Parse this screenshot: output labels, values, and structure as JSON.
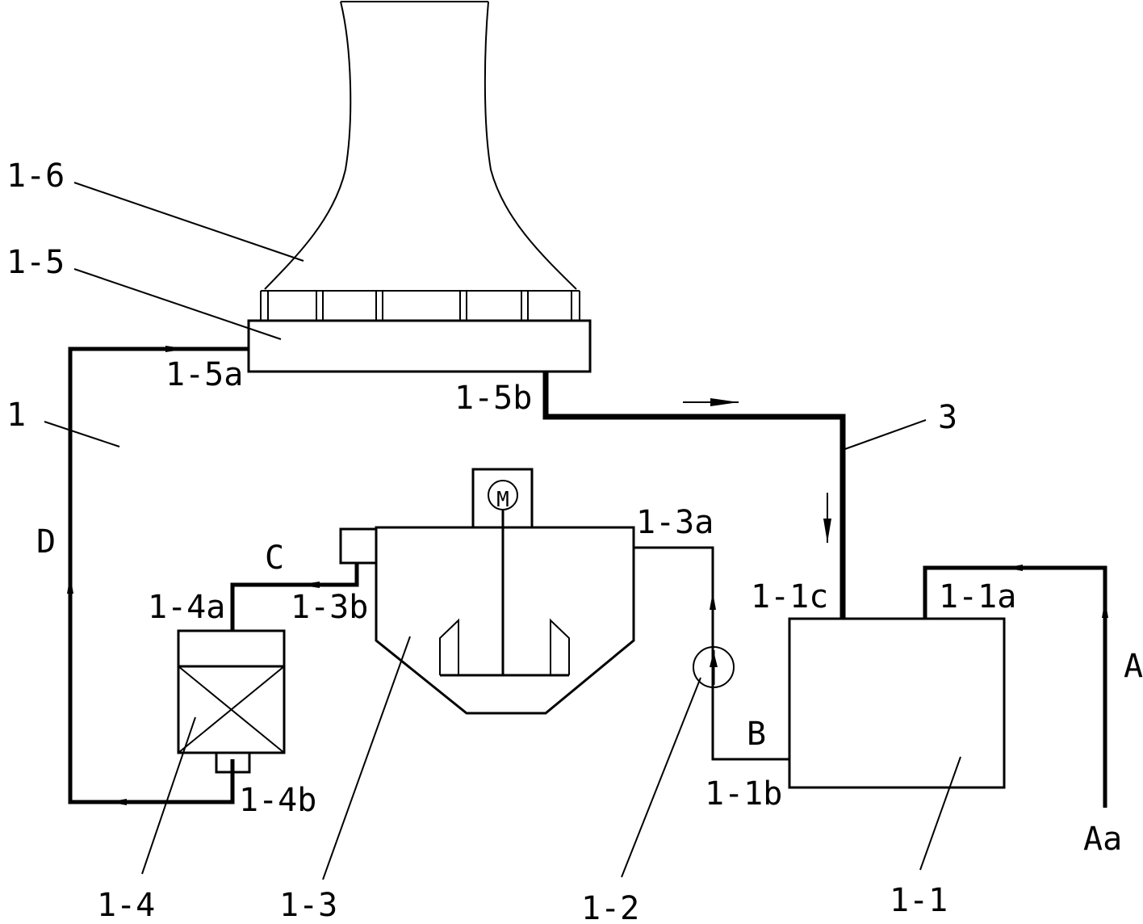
{
  "labels": {
    "cooling_tower": "1-6",
    "fan_section": "1-5",
    "system": "1",
    "inlet_1_5a": "1-5a",
    "outlet_1_5b": "1-5b",
    "pipe_3": "3",
    "stream_D": "D",
    "stream_C": "C",
    "stream_B": "B",
    "stream_A": "A",
    "stream_Aa": "Aa",
    "port_1_3a": "1-3a",
    "port_1_3b": "1-3b",
    "port_1_4a": "1-4a",
    "port_1_4b": "1-4b",
    "port_1_1a": "1-1a",
    "port_1_1b": "1-1b",
    "port_1_1c": "1-1c",
    "unit_1_4": "1-4",
    "unit_1_3": "1-3",
    "unit_1_2": "1-2",
    "unit_1_1": "1-1",
    "motor": "M"
  }
}
